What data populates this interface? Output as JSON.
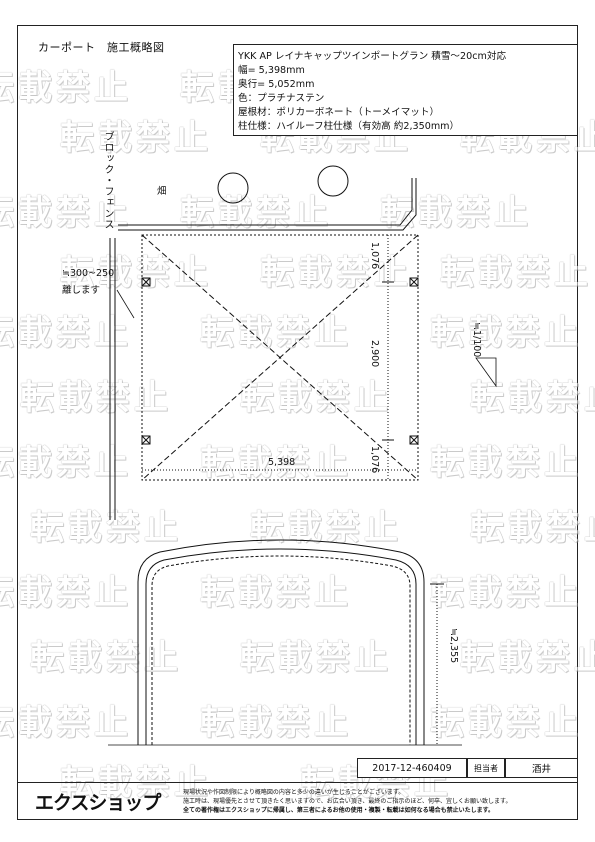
{
  "document": {
    "title": "カーポート　施工概略図"
  },
  "spec": {
    "product": "YKK AP レイナキャップツインポートグラン 積雪～20cm対応",
    "width": "幅= 5,398mm",
    "depth": "奥行= 5,052mm",
    "color": "色：プラチナステン",
    "roof_material": "屋根材：ポリカーボネート（トーメイマット）",
    "post_spec": "柱仕様：ハイルーフ柱仕様（有効高 約2,350mm）"
  },
  "plan": {
    "wall_label": "ブロック・フェンス",
    "field_label": "畑",
    "offset_label_1": "≒300~250",
    "offset_label_2": "離します",
    "dim_top": "1,076",
    "dim_middle": "2,900",
    "dim_bottom": "1,076",
    "dim_width": "5,398",
    "scale_label": "≒1/100"
  },
  "elevation": {
    "height_label": "≒2,355"
  },
  "watermark": {
    "text": "転載禁止"
  },
  "footer": {
    "doc_number": "2017-12-460409",
    "person_label": "担当者",
    "person_name": "酒井",
    "logo_text": "エクスショップ",
    "notice_1": "現場状況や作図制限により概略図の内容と多少の違いが生じることがございます。",
    "notice_2": "施工時は、現場優先とさせて頂きたく思いますので、お広合い頂き、最終のご指示のほど、何卒、宜しくお願い致します。",
    "notice_3": "全ての著作権はエクスショップに帰属し、第三者によるお他の使用・複製・転載は如何なる場合も禁止いたします。"
  }
}
